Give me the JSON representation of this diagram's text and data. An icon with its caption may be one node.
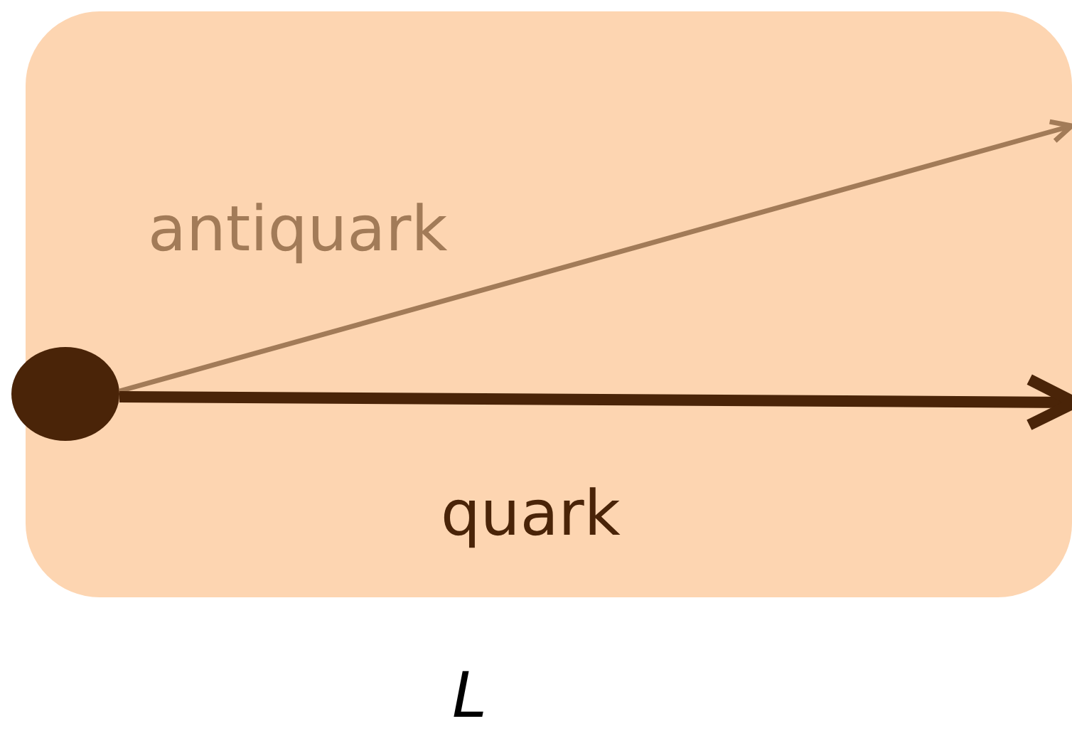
{
  "diagram": {
    "nodes": [
      {
        "text": [],
        "shape": "box"
      },
      {
        "text": [],
        "shape": "circle"
      }
    ],
    "edges": [
      {
        "from": 1,
        "to": 0,
        "arrow": "to",
        "label": "antiquark",
        "color": "#a27b58"
      },
      {
        "from": 1,
        "to": 0,
        "arrow": "to",
        "label": "quark",
        "style": "thick"
      }
    ],
    "labels": [
      "L"
    ]
  }
}
